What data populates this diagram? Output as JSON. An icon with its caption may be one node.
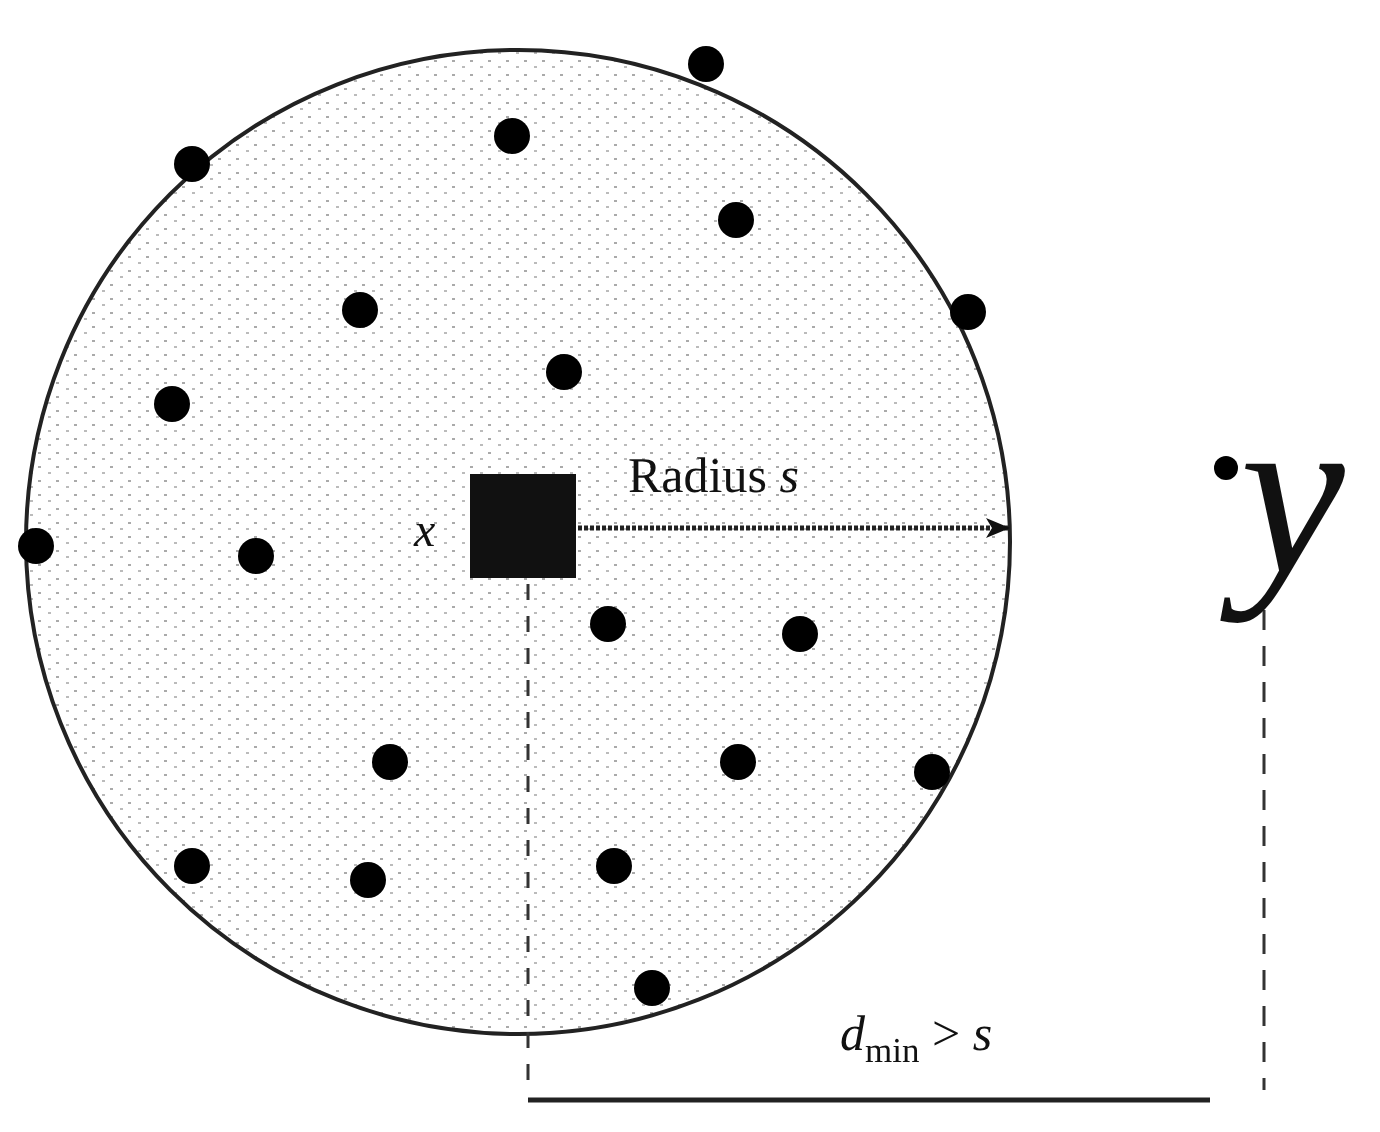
{
  "diagram": {
    "labels": [
      "x",
      "Radius *s*",
      "y",
      "*d*$_{min}$ > *s*"
    ]
  }
}
